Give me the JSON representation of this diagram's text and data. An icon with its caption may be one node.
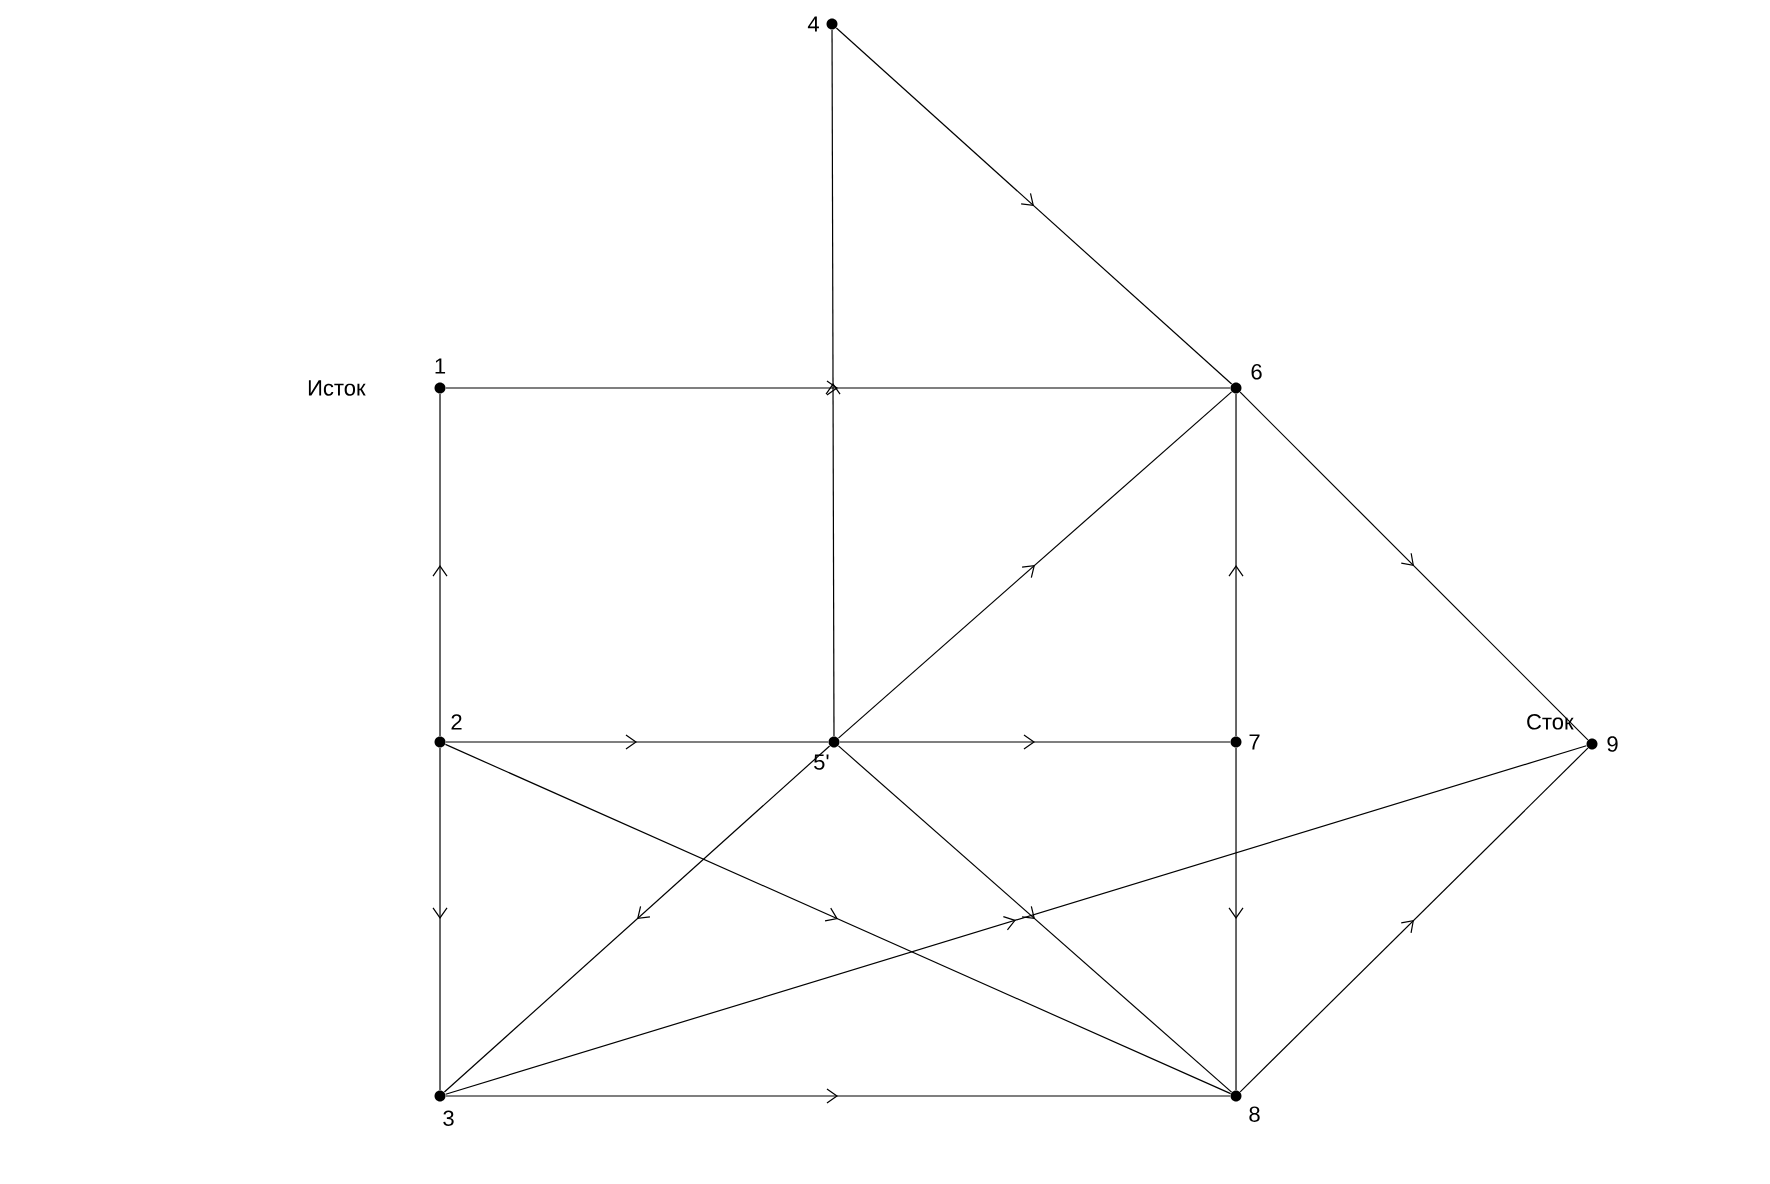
{
  "diagram": {
    "nodes": [
      {
        "text": [
          "1"
        ],
        "beside": [
          "Исток"
        ]
      },
      {
        "text": [
          "2"
        ]
      },
      {
        "text": [
          "3"
        ]
      },
      {
        "text": [
          "4"
        ]
      },
      {
        "text": [
          "5'"
        ]
      },
      {
        "text": [
          "6"
        ]
      },
      {
        "text": [
          "7"
        ]
      },
      {
        "text": [
          "8"
        ]
      },
      {
        "text": [
          "9"
        ],
        "beside": [
          "Сток"
        ]
      }
    ],
    "edges": [
      {
        "from": 0,
        "to": 5,
        "arrow": "to"
      },
      {
        "from": 1,
        "to": 0,
        "arrow": "to"
      },
      {
        "from": 1,
        "to": 4,
        "arrow": "to"
      },
      {
        "from": 1,
        "to": 2,
        "arrow": "to"
      },
      {
        "from": 1,
        "to": 7,
        "arrow": "to"
      },
      {
        "from": 4,
        "to": 3,
        "arrow": "to"
      },
      {
        "from": 3,
        "to": 5,
        "arrow": "to"
      },
      {
        "from": 4,
        "to": 5,
        "arrow": "to"
      },
      {
        "from": 4,
        "to": 6,
        "arrow": "to"
      },
      {
        "from": 4,
        "to": 2,
        "arrow": "to"
      },
      {
        "from": 4,
        "to": 7,
        "arrow": "to"
      },
      {
        "from": 5,
        "to": 8,
        "arrow": "to"
      },
      {
        "from": 6,
        "to": 5,
        "arrow": "to"
      },
      {
        "from": 6,
        "to": 7,
        "arrow": "to"
      },
      {
        "from": 2,
        "to": 7,
        "arrow": "to"
      },
      {
        "from": 2,
        "to": 8,
        "arrow": "to"
      },
      {
        "from": 7,
        "to": 8,
        "arrow": "to"
      }
    ]
  }
}
